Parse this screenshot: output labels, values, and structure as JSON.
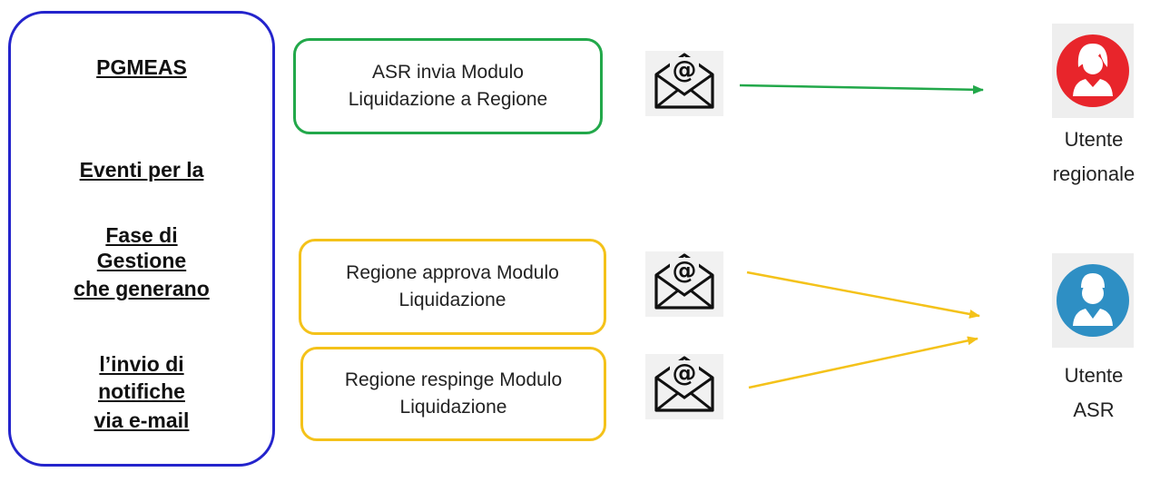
{
  "left_panel": {
    "title": "PGMEAS",
    "lines": [
      "Eventi per la",
      "Fase di",
      "Gestione",
      "che generano",
      "l’invio di",
      "notifiche",
      "via e-mail"
    ]
  },
  "events": [
    {
      "line1": "ASR invia Modulo",
      "line2": "Liquidazione a Regione",
      "color": "#22a84a"
    },
    {
      "line1": "Regione approva Modulo",
      "line2": "Liquidazione",
      "color": "#f4c21a"
    },
    {
      "line1": "Regione respinge Modulo",
      "line2": "Liquidazione",
      "color": "#f4c21a"
    }
  ],
  "icons": {
    "mail": "mail-at-icon",
    "user_regional": "user-female-icon",
    "user_asr": "user-male-icon"
  },
  "users": [
    {
      "line1": "Utente",
      "line2": "regionale",
      "color": "#e8252b"
    },
    {
      "line1": "Utente",
      "line2": "ASR",
      "color": "#2e8fc4"
    }
  ]
}
